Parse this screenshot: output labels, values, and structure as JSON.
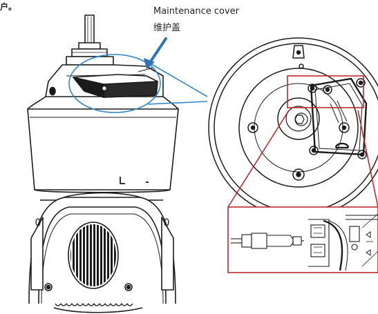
{
  "top_fragment": "户。",
  "callout": {
    "label_en": "Maintenance cover",
    "label_zh": "维护盖"
  },
  "colors": {
    "outline": "#1a1a1a",
    "arrow": "#2f74b5",
    "callout": "#2f86c8",
    "detail": "#c0282b"
  }
}
